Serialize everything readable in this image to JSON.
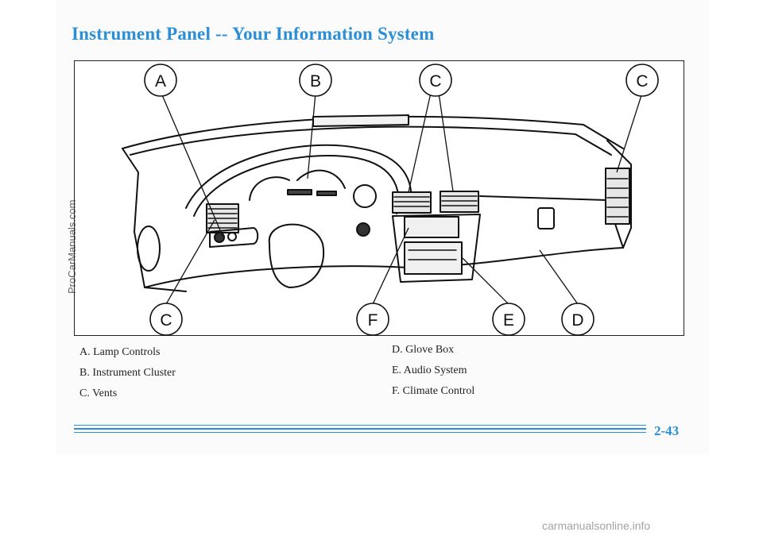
{
  "title": "Instrument Panel -- Your Information System",
  "callouts": {
    "a": "A",
    "b": "B",
    "c1": "C",
    "c2": "C",
    "c3": "C",
    "f": "F",
    "e": "E",
    "d": "D"
  },
  "legend": {
    "left": [
      "A. Lamp Controls",
      "B. Instrument Cluster",
      "C. Vents"
    ],
    "right": [
      "D. Glove Box",
      "E. Audio System",
      "F. Climate Control"
    ]
  },
  "page_number": "2-43",
  "watermark_side": "ProCarManuals.com",
  "watermark_site": "carmanualsonline.info",
  "colors": {
    "accent": "#2a8fd6",
    "ink": "#111111"
  }
}
